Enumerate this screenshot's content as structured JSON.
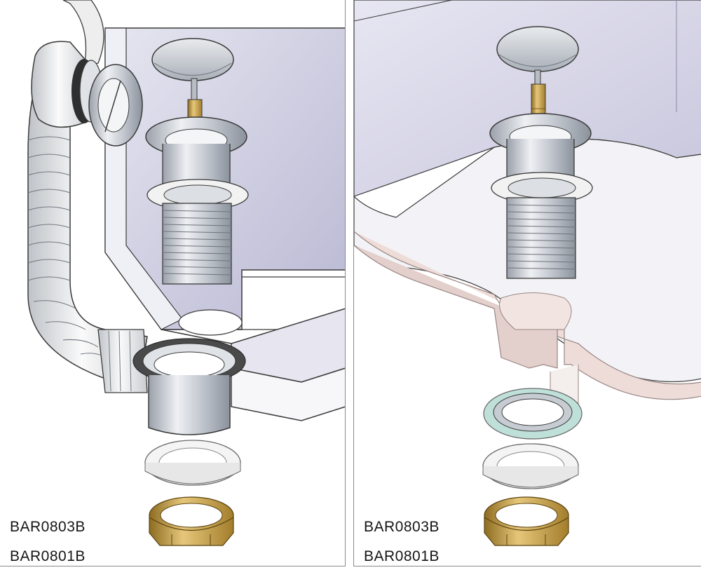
{
  "panels": [
    {
      "id": "left",
      "codes": [
        "BAR0803B",
        "BAR0801B"
      ]
    },
    {
      "id": "right",
      "codes": [
        "BAR0803B",
        "BAR0801B"
      ]
    }
  ],
  "colors": {
    "chrome_light": "#e7eaee",
    "chrome_mid": "#c6cbd2",
    "chrome_dark": "#8b929c",
    "brass": "#c9a24a",
    "brass_dark": "#8d6c22",
    "basin_lilac": "#d3d3e6",
    "basin_wall": "#c6c4dc",
    "ceramic_pink": "#eddcd8",
    "ceramic_edge": "#9a8784",
    "washer_white": "#f4f4f4",
    "washer_blue": "#bfe0d8",
    "hose_white": "#f2f2f2",
    "outline": "#3a3a3a"
  }
}
